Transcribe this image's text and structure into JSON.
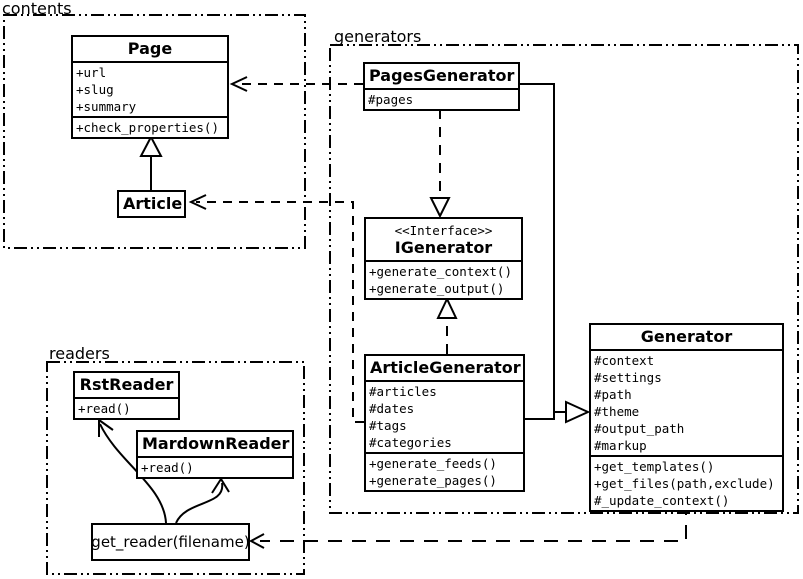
{
  "diagram": {
    "packages": {
      "contents": {
        "label": "contents"
      },
      "generators": {
        "label": "generators"
      },
      "readers": {
        "label": "readers"
      }
    },
    "classes": {
      "page": {
        "name": "Page",
        "attributes": [
          "+url",
          "+slug",
          "+summary"
        ],
        "methods": [
          "+check_properties()"
        ]
      },
      "article": {
        "name": "Article"
      },
      "pages_generator": {
        "name": "PagesGenerator",
        "attributes": [
          "#pages"
        ]
      },
      "igenerator": {
        "stereotype": "<<Interface>>",
        "name": "IGenerator",
        "methods": [
          "+generate_context()",
          "+generate_output()"
        ]
      },
      "article_generator": {
        "name": "ArticleGenerator",
        "attributes": [
          "#articles",
          "#dates",
          "#tags",
          "#categories"
        ],
        "methods": [
          "+generate_feeds()",
          "+generate_pages()"
        ]
      },
      "generator": {
        "name": "Generator",
        "attributes": [
          "#context",
          "#settings",
          "#path",
          "#theme",
          "#output_path",
          "#markup"
        ],
        "methods": [
          "+get_templates()",
          "+get_files(path,exclude)",
          "#_update_context()"
        ]
      },
      "rst_reader": {
        "name": "RstReader",
        "methods": [
          "+read()"
        ]
      },
      "mardown_reader": {
        "name": "MardownReader",
        "methods": [
          "+read()"
        ]
      },
      "get_reader": {
        "label": "get_reader(filename)"
      }
    },
    "relationships": [
      {
        "type": "inheritance",
        "from": "Article",
        "to": "Page"
      },
      {
        "type": "dependency",
        "from": "PagesGenerator",
        "to": "Page"
      },
      {
        "type": "dependency",
        "from": "ArticleGenerator",
        "to": "Article"
      },
      {
        "type": "realization",
        "from": "PagesGenerator",
        "to": "IGenerator"
      },
      {
        "type": "realization",
        "from": "ArticleGenerator",
        "to": "IGenerator"
      },
      {
        "type": "inheritance",
        "from": "PagesGenerator",
        "to": "Generator"
      },
      {
        "type": "inheritance",
        "from": "ArticleGenerator",
        "to": "Generator"
      },
      {
        "type": "dependency",
        "from": "Generator",
        "to": "get_reader(filename)"
      },
      {
        "type": "call",
        "from": "get_reader(filename)",
        "to": "RstReader"
      },
      {
        "type": "call",
        "from": "get_reader(filename)",
        "to": "MardownReader"
      }
    ],
    "colors": {
      "line": "#000000",
      "background": "#ffffff",
      "box_fill": "#ffffff"
    }
  }
}
